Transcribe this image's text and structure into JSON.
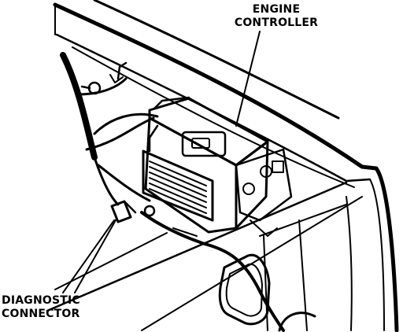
{
  "labels": {
    "engine_controller": [
      "ENGINE",
      "CONTROLLER"
    ],
    "diagnostic_connector": [
      "DIAGNOSTIC",
      "CONNECTOR"
    ]
  },
  "colors": {
    "ink": "#000000",
    "background": "#ffffff"
  }
}
